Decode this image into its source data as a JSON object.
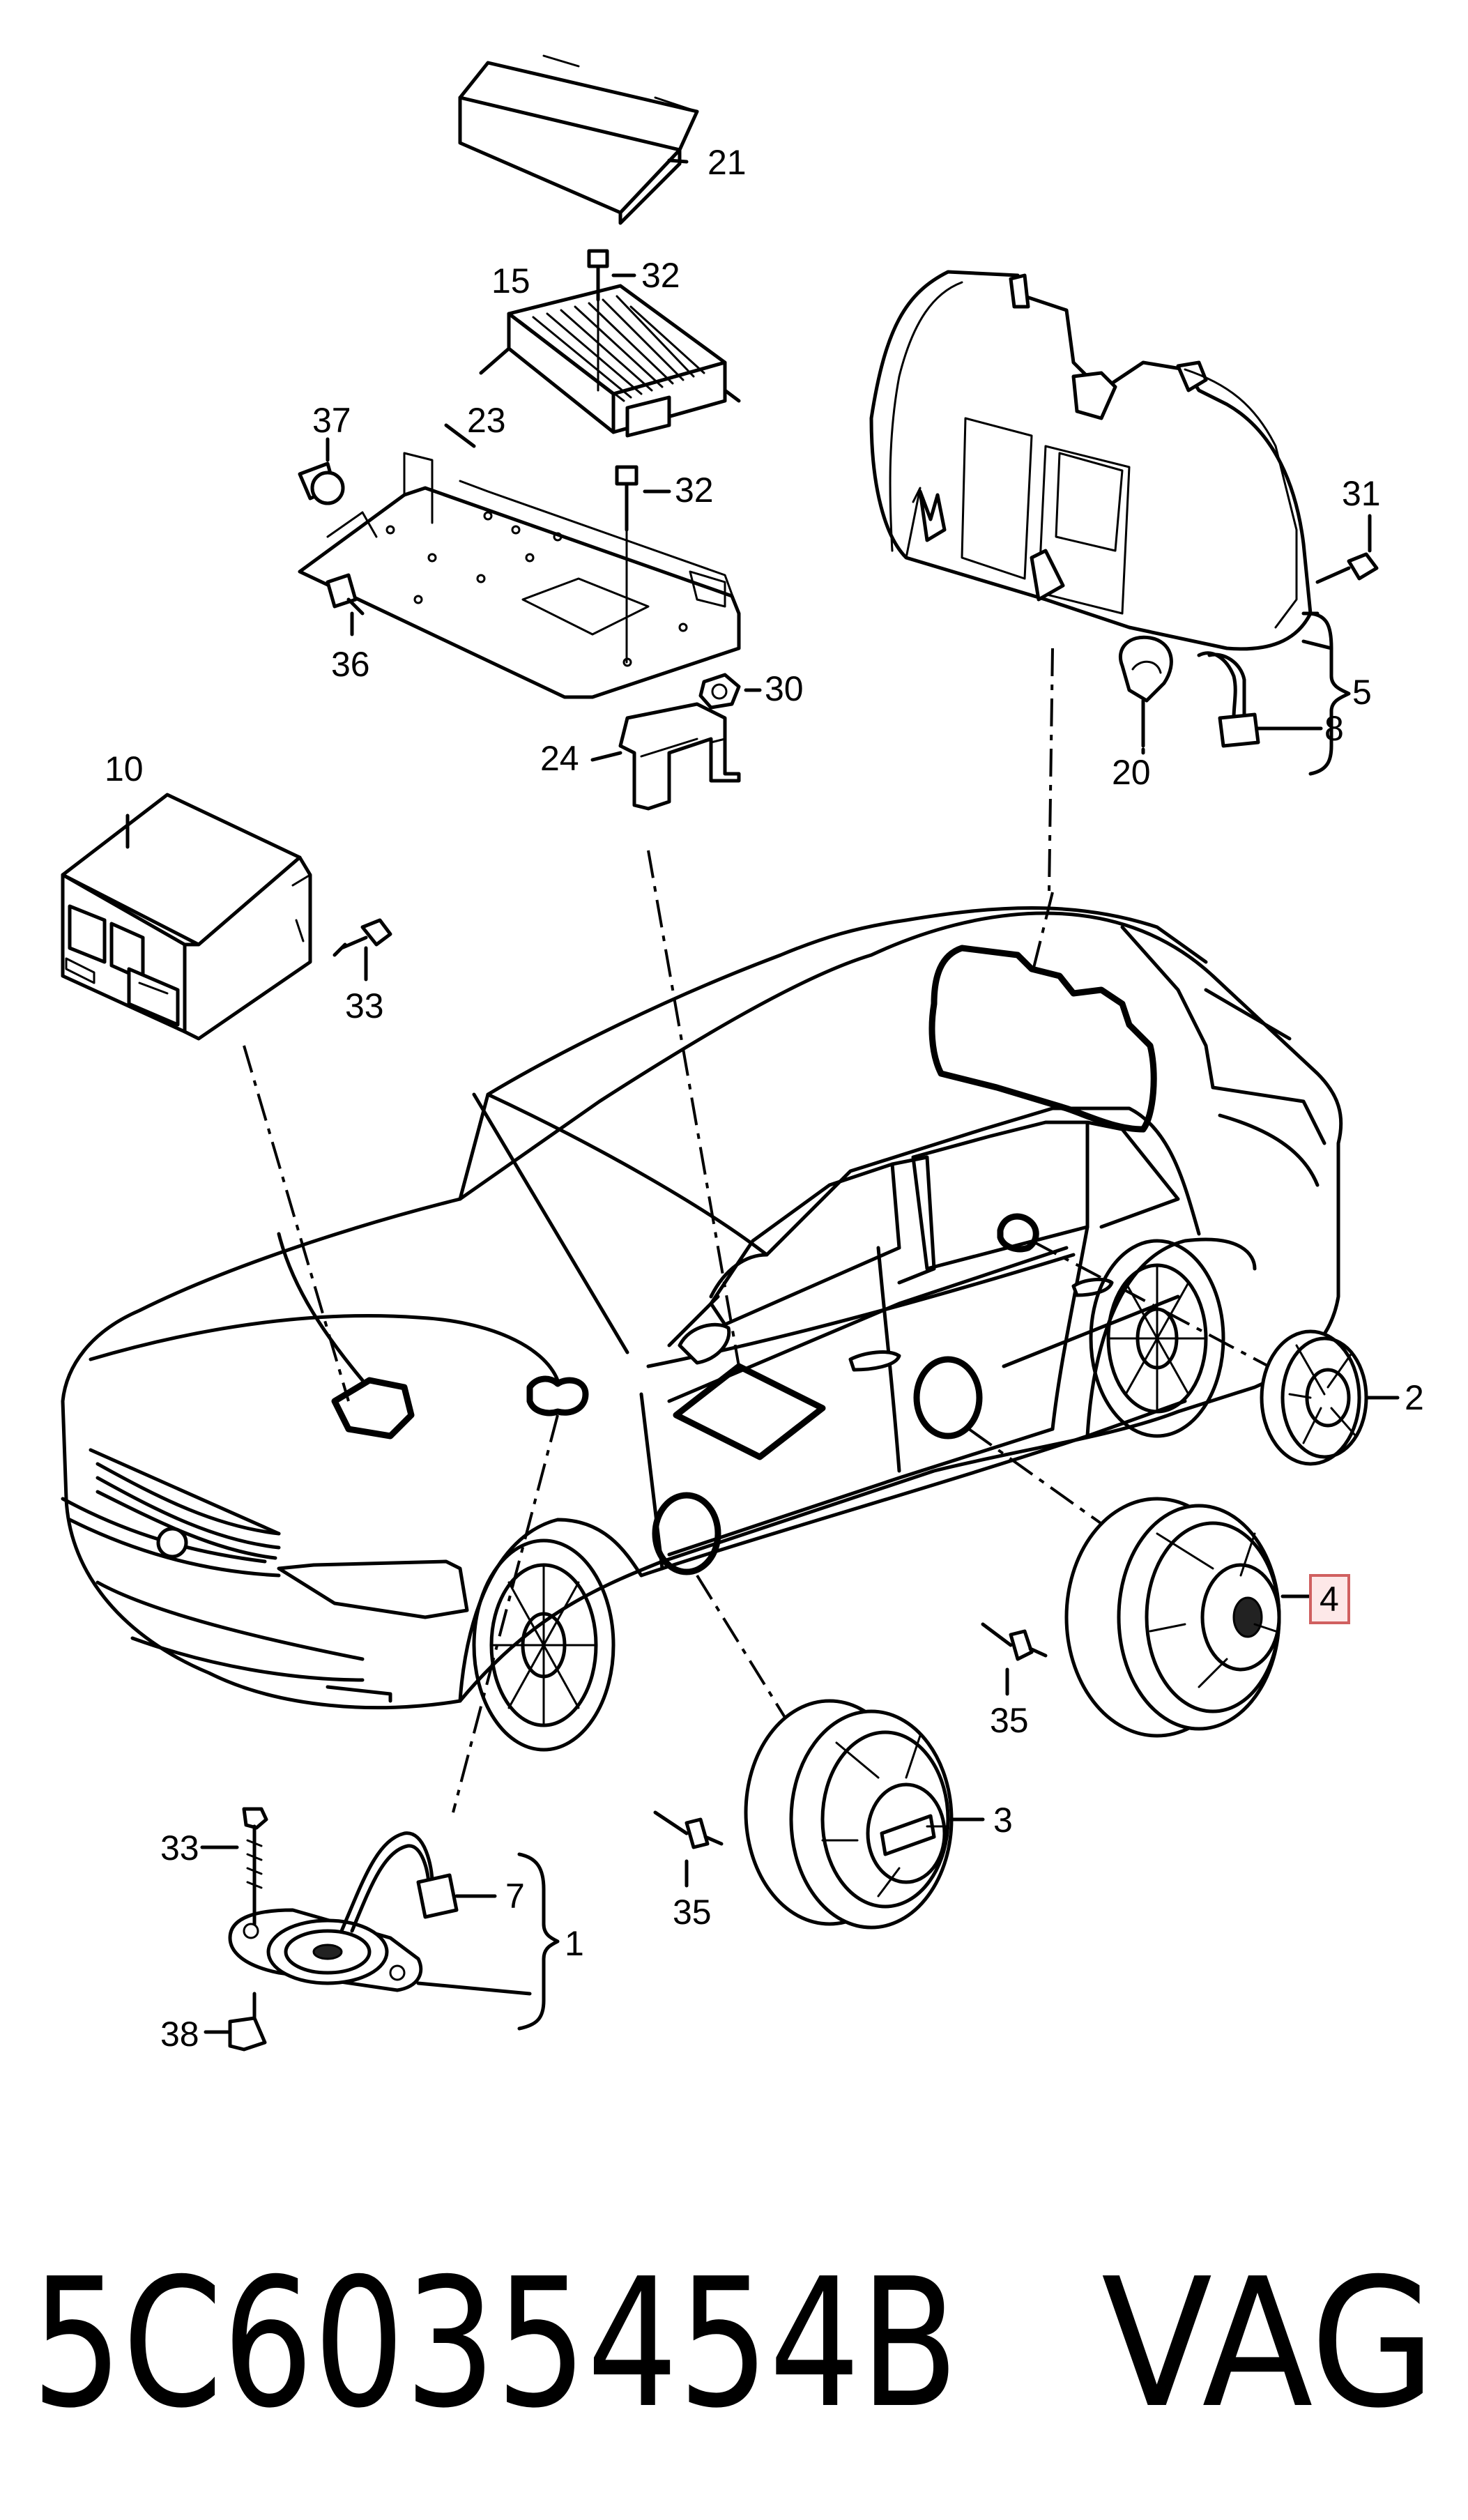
{
  "callouts": {
    "c1": "1",
    "c2": "2",
    "c3": "3",
    "c4": "4",
    "c5": "5",
    "c7": "7",
    "c8": "8",
    "c10": "10",
    "c15": "15",
    "c20": "20",
    "c21": "21",
    "c23": "23",
    "c24": "24",
    "c30": "30",
    "c31": "31",
    "c32a": "32",
    "c32b": "32",
    "c33a": "33",
    "c33b": "33",
    "c35a": "35",
    "c35b": "35",
    "c36": "36",
    "c37": "37",
    "c38": "38"
  },
  "footer": {
    "part_number": "5C6035454B",
    "brand": "VAG"
  },
  "colors": {
    "line": "#000000",
    "highlight_fill": "#fde8e8",
    "highlight_border": "#d06060"
  }
}
